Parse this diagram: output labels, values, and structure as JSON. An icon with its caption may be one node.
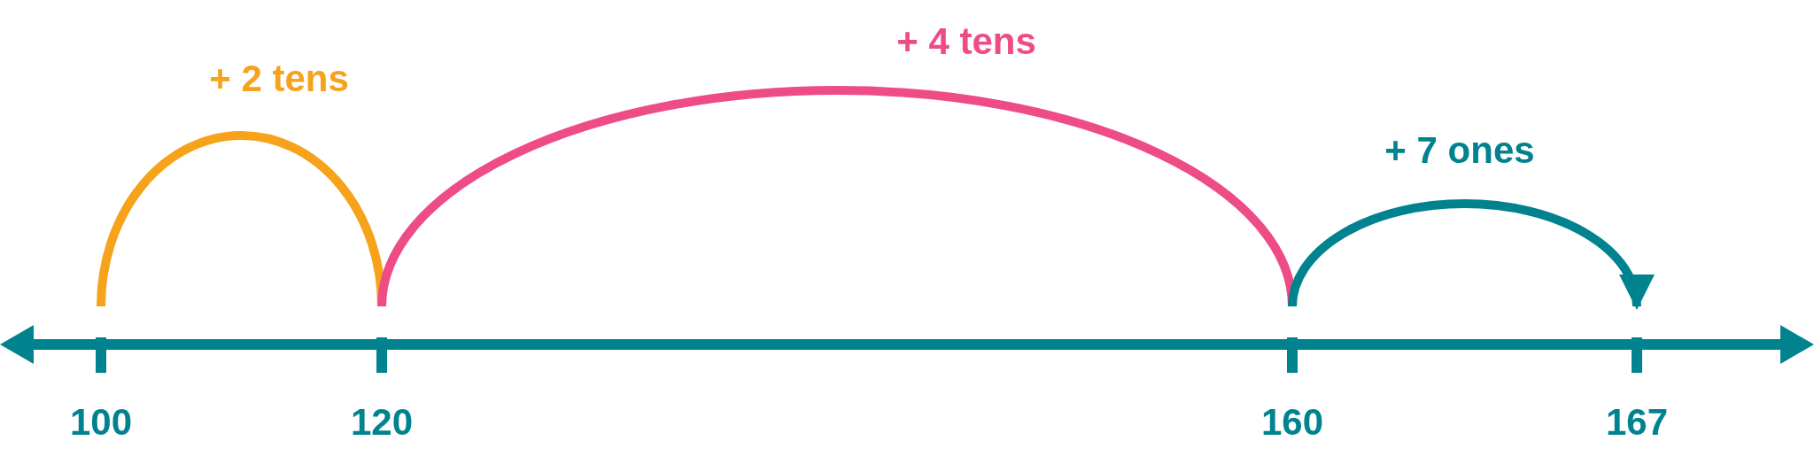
{
  "diagram": {
    "nodes": [
      {
        "text": [
          "100"
        ]
      },
      {
        "text": [
          "120"
        ]
      },
      {
        "text": [
          "160"
        ]
      },
      {
        "text": [
          "167"
        ]
      }
    ],
    "edges": [
      {
        "from": 0,
        "to": 1,
        "arrow": "none",
        "label": "+ 2 tens",
        "color": "#f7a21b"
      },
      {
        "from": 1,
        "to": 2,
        "arrow": "none",
        "label": "+ 4 tens",
        "color": "#ee4c87"
      },
      {
        "from": 2,
        "to": 3,
        "arrow": "to",
        "label": "+ 7 ones",
        "color": "#00838f"
      }
    ]
  }
}
